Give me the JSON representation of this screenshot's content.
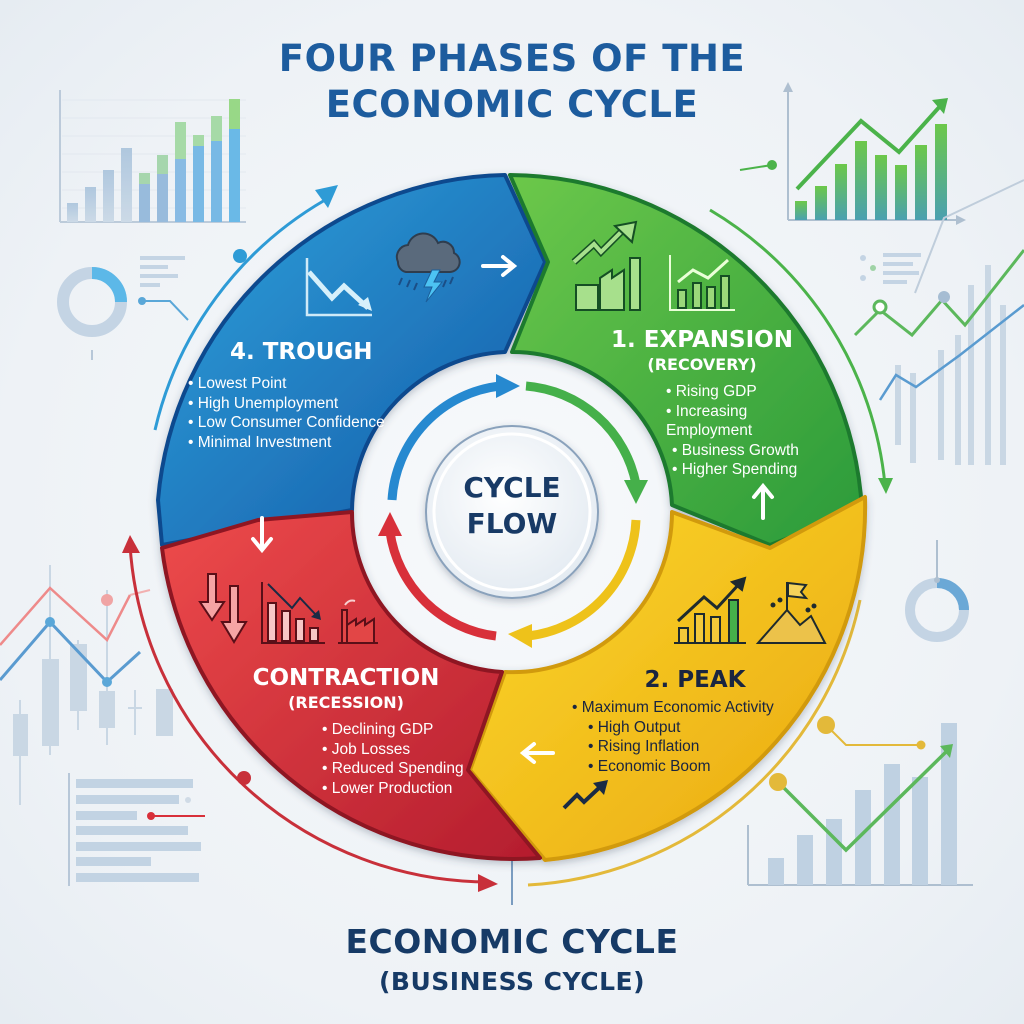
{
  "title": {
    "line1": "FOUR PHASES OF THE",
    "line2": "ECONOMIC CYCLE"
  },
  "footer": {
    "line1": "ECONOMIC CYCLE",
    "line2": "(BUSINESS CYCLE)"
  },
  "center": {
    "line1": "CYCLE",
    "line2": "FLOW"
  },
  "phases": [
    {
      "id": "expansion",
      "title": "1. EXPANSION",
      "subtitle": "(RECOVERY)",
      "color": "#3fae3a",
      "items": [
        "Rising GDP",
        "Increasing Employment",
        "Business Growth",
        "Higher Spending"
      ],
      "icons": [
        "factory-growth-icon",
        "bar-chart-up-icon",
        "arrow-up-icon"
      ]
    },
    {
      "id": "peak",
      "title": "2. PEAK",
      "subtitle": "",
      "color": "#f2c018",
      "items": [
        "Maximum Economic Activity",
        "High Output",
        "Rising Inflation",
        "Economic Boom"
      ],
      "icons": [
        "bar-chart-up-icon",
        "mountain-flag-icon",
        "arrow-left-icon",
        "trend-up-icon"
      ]
    },
    {
      "id": "contraction",
      "title": "CONTRACTION",
      "subtitle": "(RECESSION)",
      "color": "#d8303a",
      "items": [
        "Declining GDP",
        "Job Losses",
        "Reduced Spending",
        "Lower Production"
      ],
      "icons": [
        "arrow-down-icon",
        "double-down-arrows-icon",
        "bar-chart-down-icon",
        "factory-icon"
      ]
    },
    {
      "id": "trough",
      "title": "4. TROUGH",
      "subtitle": "",
      "color": "#1d72c0",
      "items": [
        "Lowest Point",
        "High Unemployment",
        "Low Consumer Confidence",
        "Minimal Investment"
      ],
      "icons": [
        "line-chart-down-icon",
        "storm-cloud-icon",
        "arrow-right-icon"
      ]
    }
  ],
  "colors": {
    "title": "#1d5c9e",
    "footer": "#163a66",
    "blue": "#1d72c0",
    "green": "#3fae3a",
    "yellow": "#f2c018",
    "red": "#d8303a"
  }
}
